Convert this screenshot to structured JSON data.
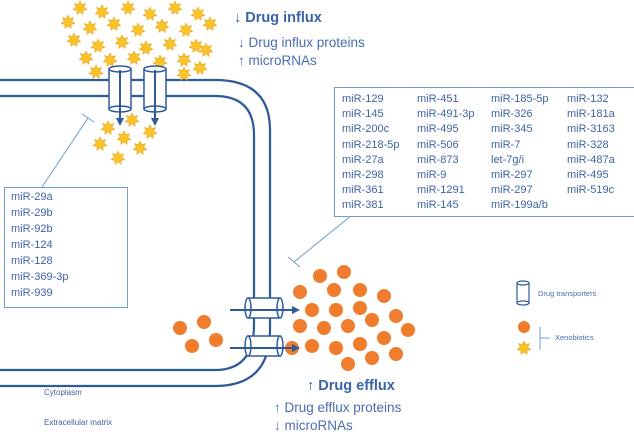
{
  "influx": {
    "title": "↓ Drug influx",
    "line1": "↓ Drug influx proteins",
    "line2": "↑ microRNAs"
  },
  "efflux": {
    "title": "↑ Drug efflux",
    "line1": "↑ Drug efflux proteins",
    "line2": "↓ microRNAs"
  },
  "left_mirnas": [
    "miR-29a",
    "miR-29b",
    "miR-92b",
    "miR-124",
    "miR-128",
    "miR-369-3p",
    "miR-939"
  ],
  "right_mirnas": [
    [
      "miR-129",
      "miR-451",
      "miR-185-5p",
      "miR-132"
    ],
    [
      "miR-145",
      "miR-491-3p",
      "miR-326",
      "miR-181a"
    ],
    [
      "miR-200c",
      "miR-495",
      "miR-345",
      "miR-3163"
    ],
    [
      "miR-218-5p",
      "miR-506",
      "miR-7",
      "miR-328"
    ],
    [
      "miR-27a",
      "miR-873",
      "let-7g/i",
      "miR-487a"
    ],
    [
      "miR-298",
      "miR-9",
      "miR-297",
      "miR-495"
    ],
    [
      "miR-361",
      "miR-1291",
      "miR-297",
      "miR-519c"
    ],
    [
      "miR-381",
      "miR-145",
      "miR-199a/b",
      ""
    ]
  ],
  "legend": {
    "transporters": "Drug transporters",
    "xenobiotics": "Xenobiotics"
  },
  "regions": {
    "cytoplasm": "Cytoplasm",
    "extracellular": "Extracellular matrix"
  },
  "colors": {
    "membrane": "#2f5a9a",
    "arrow": "#2f5a9a",
    "box_border": "#6d9fd0",
    "star": "#f7c52b",
    "star_outline": "#f0a21b",
    "circle": "#ef7d2d",
    "text": "#3f63a6"
  }
}
